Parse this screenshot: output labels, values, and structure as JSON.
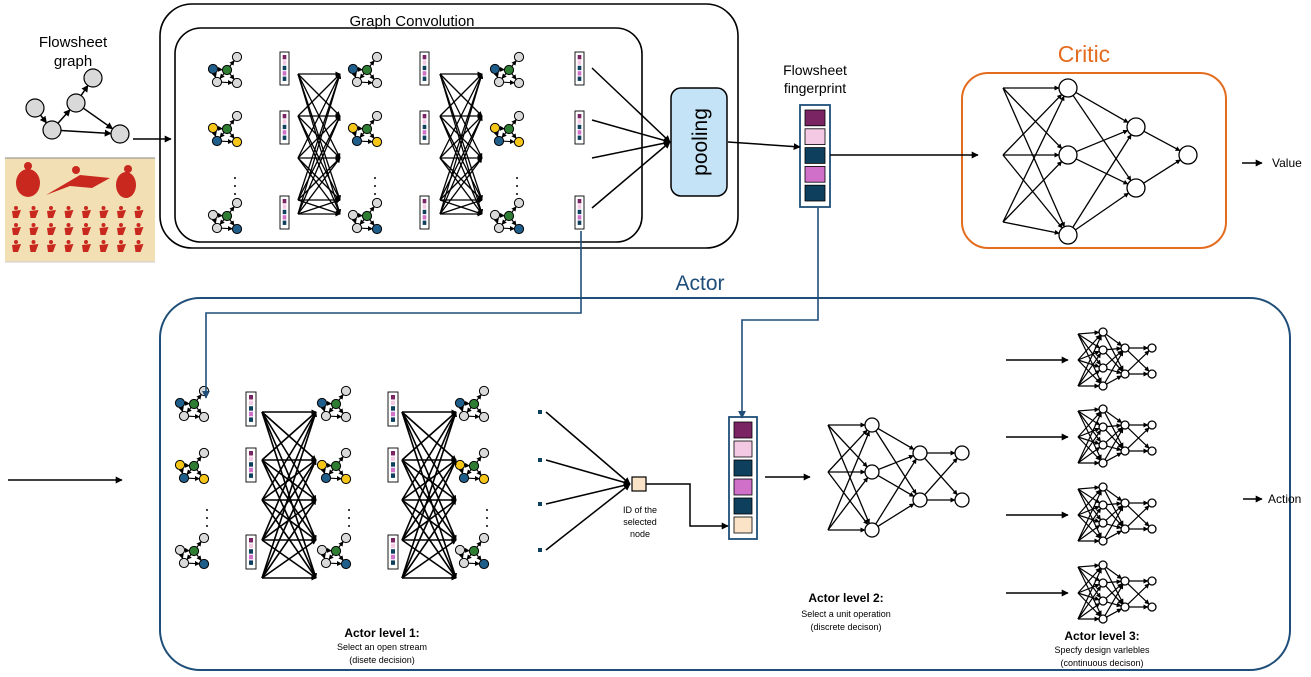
{
  "labels": {
    "flowsheet_graph": [
      "Flowsheet",
      "graph"
    ],
    "graph_convolution": "Graph Convolution",
    "pooling": "pooling",
    "flowsheet_fingerprint": [
      "Flowsheet",
      "fingerprint"
    ],
    "critic": "Critic",
    "value": "Value",
    "actor": "Actor",
    "action": "Action",
    "id_selected_node": [
      "ID of the",
      "selected",
      "node"
    ],
    "actor_level1": {
      "title": "Actor level 1:",
      "line1": "Select an open stream",
      "line2": "(disete decision)"
    },
    "actor_level2": {
      "title": "Actor level 2:",
      "line1": "Select a unit operation",
      "line2": "(discrete decison)"
    },
    "actor_level3": {
      "title": "Actor level 3:",
      "line1": "Specfy design varlebles",
      "line2": "(continuous decison)"
    }
  },
  "colors": {
    "critic": "#E46C1F",
    "actor": "#1F4E79",
    "pooling_fill": "#C5E3F6",
    "node_grey": "#D9D9D9",
    "node_blue": "#1F5E8A",
    "node_green": "#2E7D32",
    "node_yellow": "#F5C518",
    "fp_dark_purple": "#7B2463",
    "fp_light_pink": "#F4C9E4",
    "fp_navy": "#0E3F5C",
    "fp_pink": "#D070C8",
    "fp_peach": "#FBE3C8",
    "photo_bg": "#F3DFB4",
    "photo_figure": "#C8281E"
  },
  "icons": {
    "photo": "martial-arts-silhouettes-image"
  }
}
